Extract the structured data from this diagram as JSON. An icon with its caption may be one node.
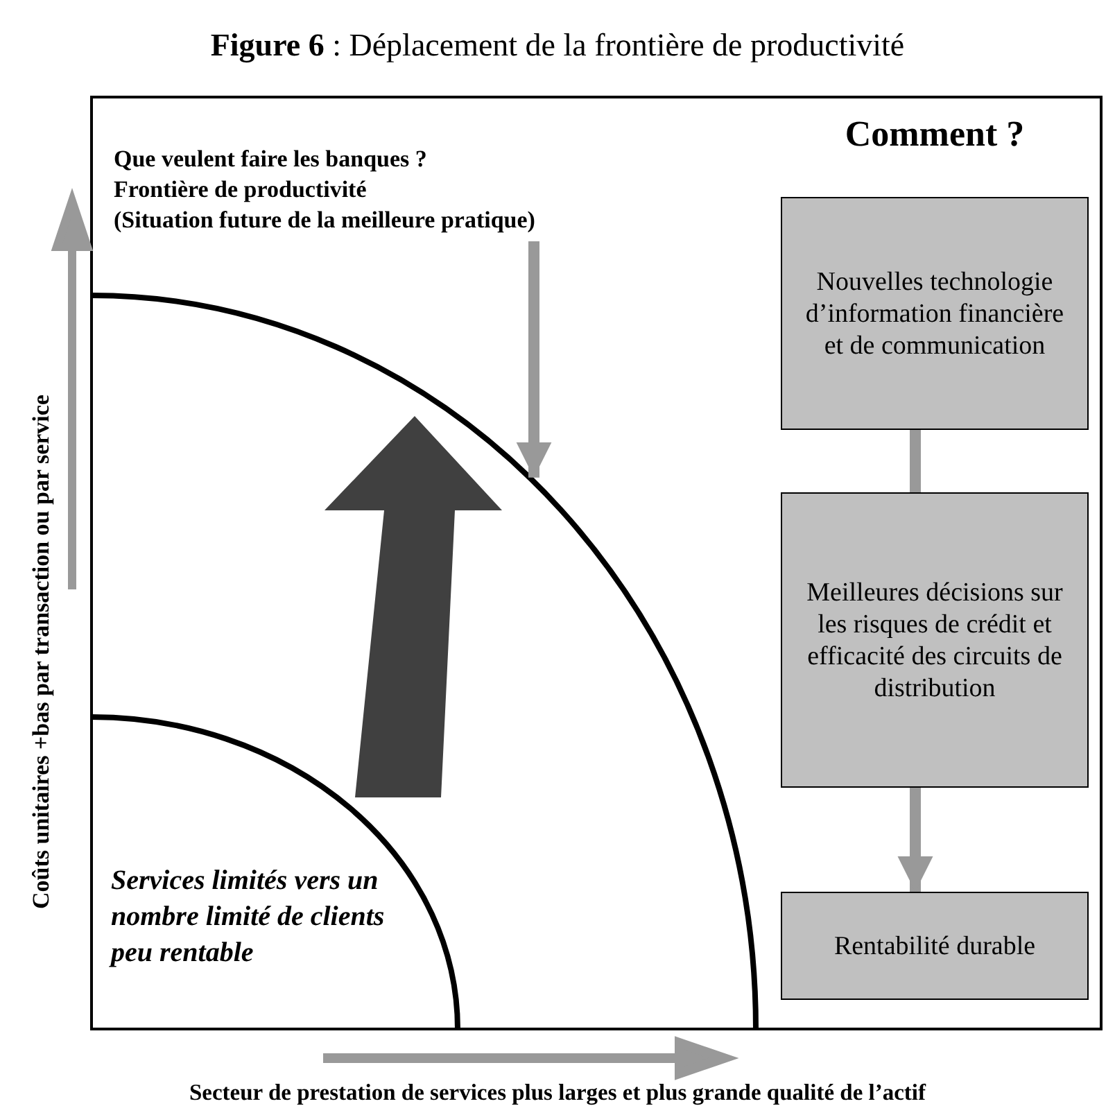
{
  "diagram": {
    "title": "**Figure 6** : Déplacement de la frontière de productivité",
    "nodes": [
      {
        "text": [
          "Que veulent faire les banques ?",
          "Frontière de productivité",
          "(Situation future de la meilleure pratique)"
        ]
      },
      {
        "text": [],
        "shape": "curve"
      },
      {
        "text": [
          "Nouvelles technologie d’information financière et  de communication"
        ]
      },
      {
        "text": [
          "Meilleures décisions sur les risques de crédit et efficacité des circuits de distribution"
        ]
      },
      {
        "text": [
          "Rentabilité durable"
        ]
      }
    ],
    "edges": [
      {
        "from": 0,
        "to": 1,
        "arrow": "to"
      },
      {
        "from": 2,
        "to": 3,
        "arrow": "none"
      },
      {
        "from": 3,
        "to": 4,
        "arrow": "to"
      }
    ],
    "labels": [
      "Comment ?",
      "Services limités vers un nombre limité de clients peu rentable",
      "Coûts unitaires +bas par transaction ou par service",
      "Secteur de prestation de services plus larges et plus grande qualité de l’actif"
    ]
  }
}
